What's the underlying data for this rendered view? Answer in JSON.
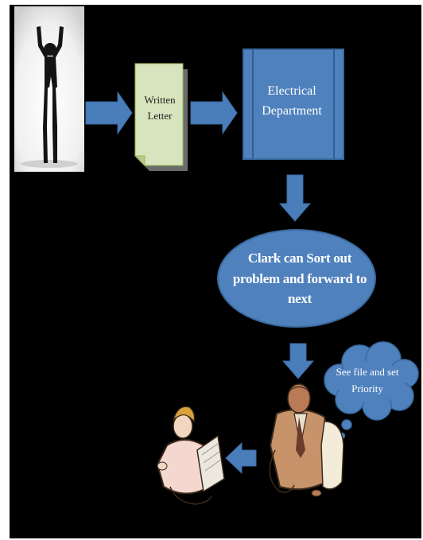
{
  "diagram": {
    "nodes": {
      "letter": {
        "label": "Written Letter"
      },
      "department": {
        "label": "Electrical Department"
      },
      "clerk": {
        "label": "Clark can Sort out problem and forward to next"
      },
      "thought": {
        "label": "See file and set Priority"
      }
    },
    "edges": [
      {
        "from": "person-photo",
        "to": "letter"
      },
      {
        "from": "letter",
        "to": "department"
      },
      {
        "from": "department",
        "to": "clerk"
      },
      {
        "from": "clerk",
        "to": "officer"
      },
      {
        "from": "officer",
        "to": "assistant"
      }
    ]
  },
  "colors": {
    "background": "#000000",
    "arrow": "#4a7ebb",
    "node_fill": "#4f81bd",
    "node_stroke": "#3a6aa0",
    "letter_fill": "#d7e4bd"
  }
}
